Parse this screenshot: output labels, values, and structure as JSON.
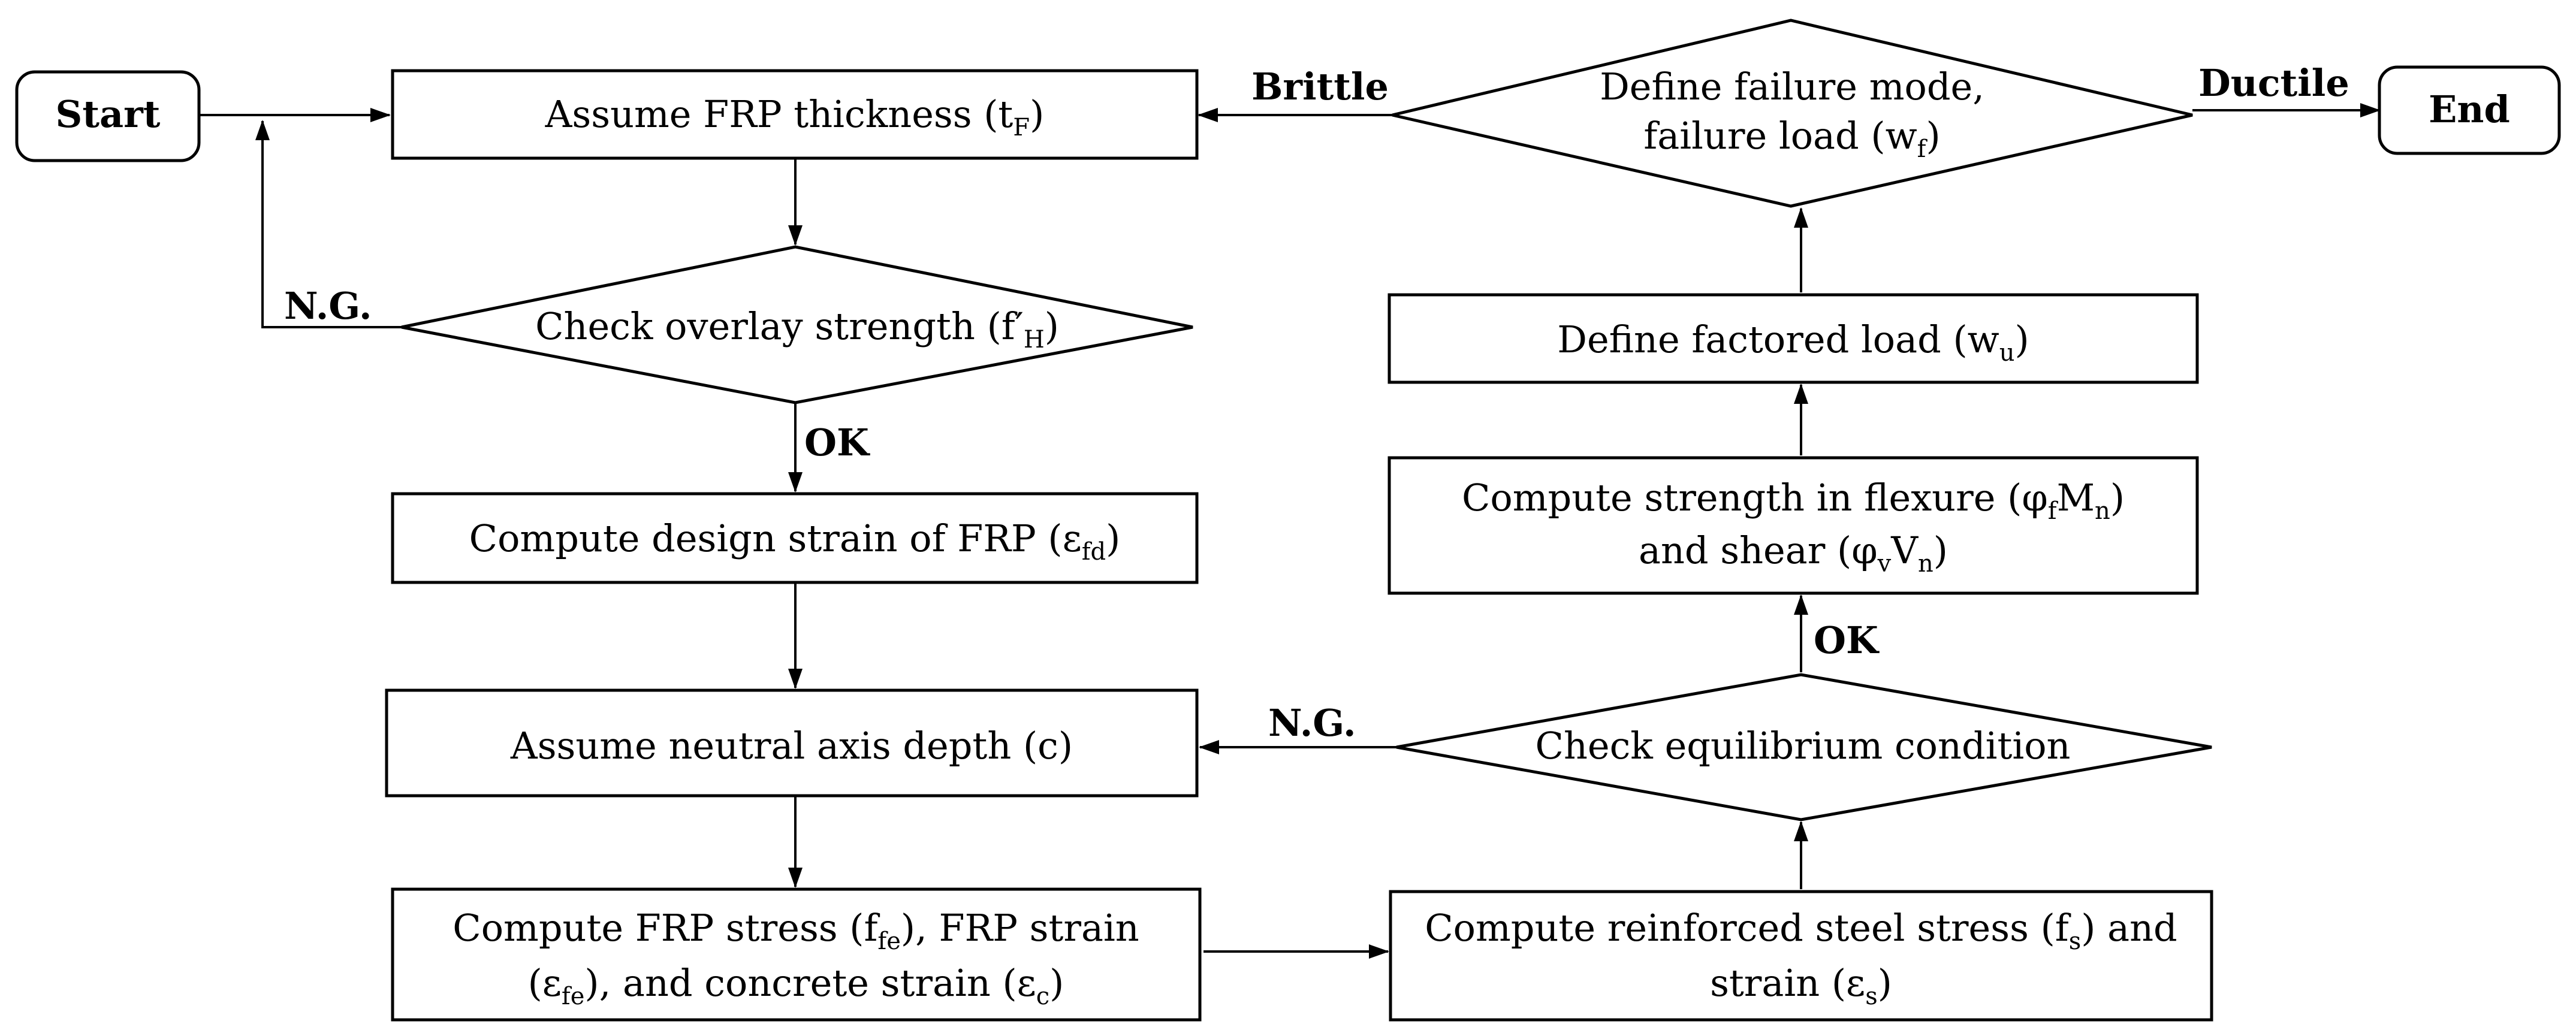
{
  "start": "Start",
  "end": "End",
  "labels": {
    "brittle": "Brittle",
    "ductile": "Ductile",
    "ng": "N.G.",
    "ok": "OK"
  },
  "nodes": {
    "assume_thickness": {
      "text": "Assume FRP thickness (t",
      "sub": "F",
      "close": ")"
    },
    "check_overlay": {
      "text": "Check overlay strength (f′",
      "sub": "H",
      "close": ")"
    },
    "design_strain": {
      "text": "Compute design strain of FRP (ε",
      "sub": "fd",
      "close": ")"
    },
    "neutral_axis": {
      "text": "Assume neutral axis depth (c)"
    },
    "frp_stress": {
      "l1_a": "Compute FRP stress (f",
      "l1_sub": "fe",
      "l1_b": "),  FRP strain",
      "l2_a": "(ε",
      "l2_sub1": "fe",
      "l2_b": "),  and concrete strain (ε",
      "l2_sub2": "c",
      "l2_c": ")"
    },
    "steel_stress": {
      "l1_a": "Compute reinforced steel stress (f",
      "l1_sub": "s",
      "l1_b": ") and",
      "l2_a": "strain (ε",
      "l2_sub": "s",
      "l2_b": ")"
    },
    "equilibrium": {
      "text": "Check equilibrium condition"
    },
    "strength": {
      "l1_a": "Compute strength in flexure (φ",
      "l1_sub1": "f",
      "l1_b": "M",
      "l1_sub2": "n",
      "l1_c": ")",
      "l2_a": "and shear (φ",
      "l2_sub1": "v",
      "l2_b": "V",
      "l2_sub2": "n",
      "l2_c": ")"
    },
    "factored_load": {
      "text": "Define factored load (w",
      "sub": "u",
      "close": ")"
    },
    "failure_mode": {
      "l1": "Define failure mode,",
      "l2_a": "failure load (w",
      "l2_sub": "f",
      "l2_b": ")"
    }
  }
}
